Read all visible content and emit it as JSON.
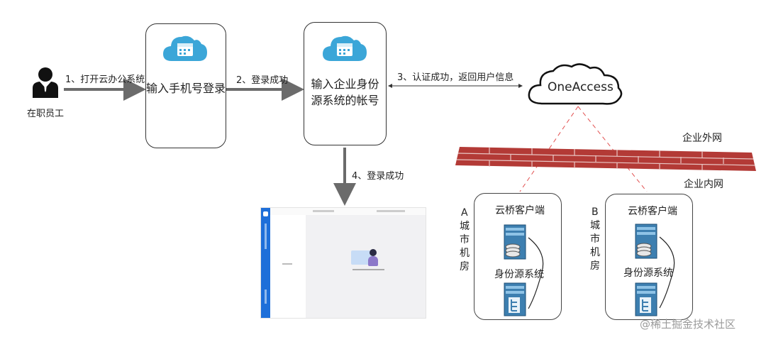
{
  "employee": {
    "label": "在职员工"
  },
  "steps": {
    "s1": "1、打开云办公系统",
    "s2": "2、登录成功",
    "s3": "3、认证成功，返回用户信息",
    "s4": "4、登录成功"
  },
  "cards": {
    "phone_login": "输入手机号登录",
    "identity_line1": "输入企业身份",
    "identity_line2": "源系统的帐号"
  },
  "cloud": {
    "label": "OneAccess"
  },
  "network": {
    "outer": "企业外网",
    "inner": "企业内网"
  },
  "room_a": {
    "letter": "A",
    "side": [
      "城",
      "市",
      "机",
      "房"
    ],
    "client": "云桥客户端",
    "system": "身份源系统"
  },
  "room_b": {
    "letter": "B",
    "side": [
      "城",
      "市",
      "机",
      "房"
    ],
    "client": "云桥客户端",
    "system": "身份源系统"
  },
  "watermark": "@稀土掘金技术社区",
  "colors": {
    "arrow": "#6b6b6b",
    "cloud_icon": "#3ba6d8",
    "brick": "#b33a36",
    "dashed": "#e25050",
    "screen_sidebar": "#1e6fd9"
  }
}
